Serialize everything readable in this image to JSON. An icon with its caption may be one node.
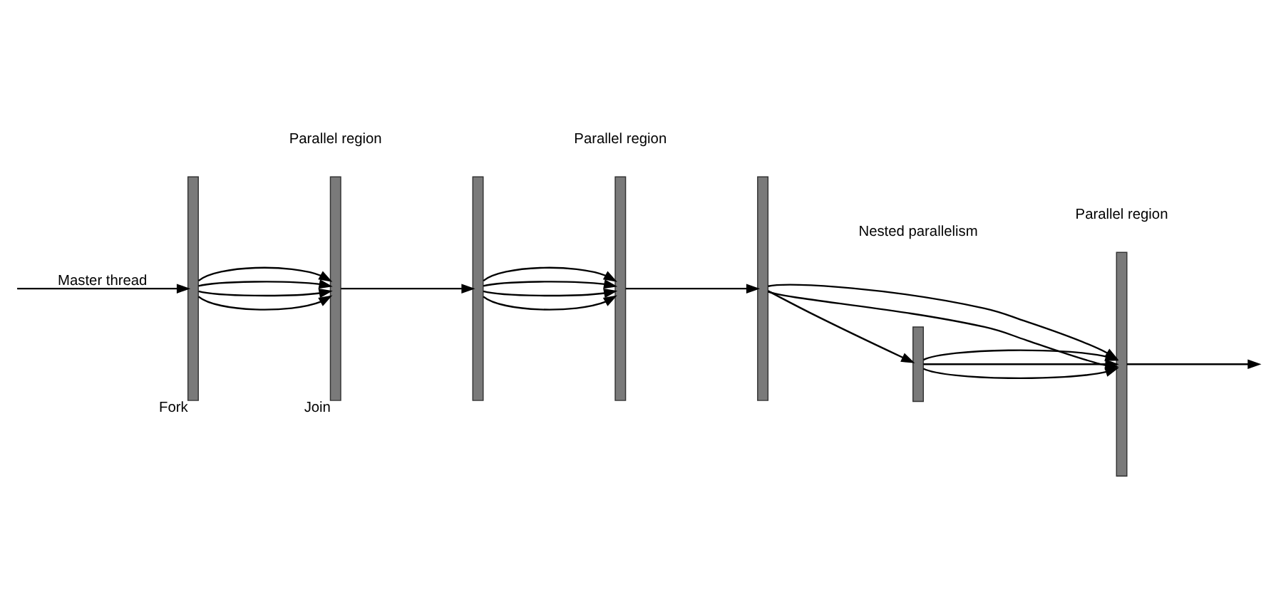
{
  "diagram": {
    "nodes": [
      {
        "text": [],
        "shape": "bar",
        "beside": [
          "Fork"
        ]
      },
      {
        "text": [],
        "shape": "bar",
        "beside": [
          "Join"
        ]
      },
      {
        "text": [],
        "shape": "bar"
      },
      {
        "text": [],
        "shape": "bar"
      },
      {
        "text": [],
        "shape": "bar"
      },
      {
        "text": [],
        "shape": "bar"
      },
      {
        "text": [],
        "shape": "bar"
      }
    ],
    "edges": [
      {
        "from": null,
        "to": 0,
        "arrow": "to",
        "label": "Master thread"
      },
      {
        "from": 0,
        "to": 1,
        "arrow": "to"
      },
      {
        "from": 0,
        "to": 1,
        "arrow": "to"
      },
      {
        "from": 0,
        "to": 1,
        "arrow": "to"
      },
      {
        "from": 0,
        "to": 1,
        "arrow": "to"
      },
      {
        "from": 1,
        "to": 2,
        "arrow": "to"
      },
      {
        "from": 2,
        "to": 3,
        "arrow": "to"
      },
      {
        "from": 2,
        "to": 3,
        "arrow": "to"
      },
      {
        "from": 2,
        "to": 3,
        "arrow": "to"
      },
      {
        "from": 2,
        "to": 3,
        "arrow": "to"
      },
      {
        "from": 3,
        "to": 4,
        "arrow": "to"
      },
      {
        "from": 4,
        "to": 5,
        "arrow": "to"
      },
      {
        "from": 4,
        "to": 5,
        "arrow": "to"
      },
      {
        "from": 4,
        "to": 6,
        "arrow": "to"
      },
      {
        "from": 6,
        "to": 5,
        "arrow": "to"
      },
      {
        "from": 6,
        "to": 5,
        "arrow": "to"
      },
      {
        "from": 6,
        "to": 5,
        "arrow": "to"
      },
      {
        "from": 5,
        "to": null,
        "arrow": "to"
      }
    ],
    "labels": [
      "Parallel region",
      "Nested parallelism",
      "Parallel region",
      "Parallel region"
    ]
  }
}
